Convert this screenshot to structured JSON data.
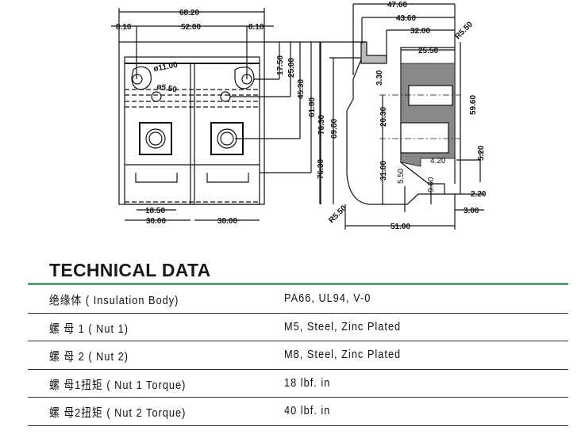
{
  "drawing": {
    "front_view": {
      "overall_width": "68.20",
      "edge_left": "8.10",
      "hole_spacing": "52.00",
      "edge_right": "8.10",
      "hole_diameter_large": "ø11.00",
      "hole_diameter_small": "ø5.50",
      "dim_17_50": "17.50",
      "dim_25_00": "25.00",
      "dim_45_30": "45.30",
      "dim_61_80": "61.80",
      "dim_76_30": "76.30",
      "slot_width": "18.50",
      "pole_width_left": "30.00",
      "pole_width_right": "30.00"
    },
    "side_view": {
      "dim_47_60": "47.60",
      "dim_43_60": "43.60",
      "dim_32_00": "32.00",
      "radius_top": "R5.50",
      "dim_25_50": "25.50",
      "dim_3_30": "3.30",
      "dim_76_30": "76.30",
      "dim_69_80": "69.80",
      "dim_20_30": "20.30",
      "dim_31_00": "31.00",
      "dim_5_50": "5.50",
      "dim_9_00": "9.00",
      "dim_4_20": "4.20",
      "dim_59_60": "59.60",
      "dim_5_20": "5.20",
      "dim_2_20": "2.20",
      "dim_3_00": "3.00",
      "dim_51_00": "51.00",
      "radius_bottom": "R5.50"
    }
  },
  "technical_data": {
    "title": "TECHNICAL DATA",
    "accent_color": "#5e9b74",
    "rows": [
      {
        "label": "绝缘体 ( Insulation Body)",
        "value": "PA66, UL94, V-0"
      },
      {
        "label": "螺 母 1 ( Nut 1)",
        "value": "M5, Steel, Zinc Plated"
      },
      {
        "label": "螺 母 2 ( Nut 2)",
        "value": "M8, Steel, Zinc Plated"
      },
      {
        "label": "螺 母1扭矩 ( Nut 1 Torque)",
        "value": "18 lbf. in"
      },
      {
        "label": "螺 母2扭矩 ( Nut 2 Torque)",
        "value": "40 lbf. in"
      }
    ]
  }
}
